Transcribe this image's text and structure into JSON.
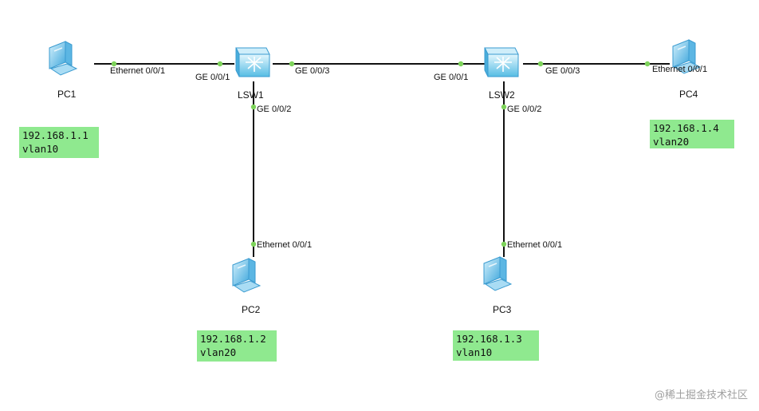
{
  "colors": {
    "link": "#111111",
    "port_dot": "#7dd35a",
    "label_bg": "#8fe98f",
    "pc_screen": "#6fc3ec",
    "switch_body": "#7fd4ee"
  },
  "devices": {
    "pc1": {
      "label": "PC1",
      "icon": "pc-icon"
    },
    "pc2": {
      "label": "PC2",
      "icon": "pc-icon"
    },
    "pc3": {
      "label": "PC3",
      "icon": "pc-icon"
    },
    "pc4": {
      "label": "PC4",
      "icon": "pc-icon"
    },
    "lsw1": {
      "label": "LSW1",
      "icon": "switch-icon"
    },
    "lsw2": {
      "label": "LSW2",
      "icon": "switch-icon"
    }
  },
  "ports": {
    "pc1_eth": "Ethernet 0/0/1",
    "lsw1_ge1": "GE 0/0/1",
    "lsw1_ge3": "GE 0/0/3",
    "lsw1_ge2": "GE 0/0/2",
    "pc2_eth": "Ethernet 0/0/1",
    "lsw2_ge1": "GE 0/0/1",
    "lsw2_ge3": "GE 0/0/3",
    "lsw2_ge2": "GE 0/0/2",
    "pc4_eth": "Ethernet 0/0/1",
    "pc3_eth": "Ethernet 0/0/1"
  },
  "info": {
    "pc1": {
      "ip": "192.168.1.1",
      "vlan": "vlan10"
    },
    "pc2": {
      "ip": "192.168.1.2",
      "vlan": "vlan20"
    },
    "pc3": {
      "ip": "192.168.1.3",
      "vlan": "vlan10"
    },
    "pc4": {
      "ip": "192.168.1.4",
      "vlan": "vlan20"
    }
  },
  "watermark": "@稀土掘金技术社区"
}
